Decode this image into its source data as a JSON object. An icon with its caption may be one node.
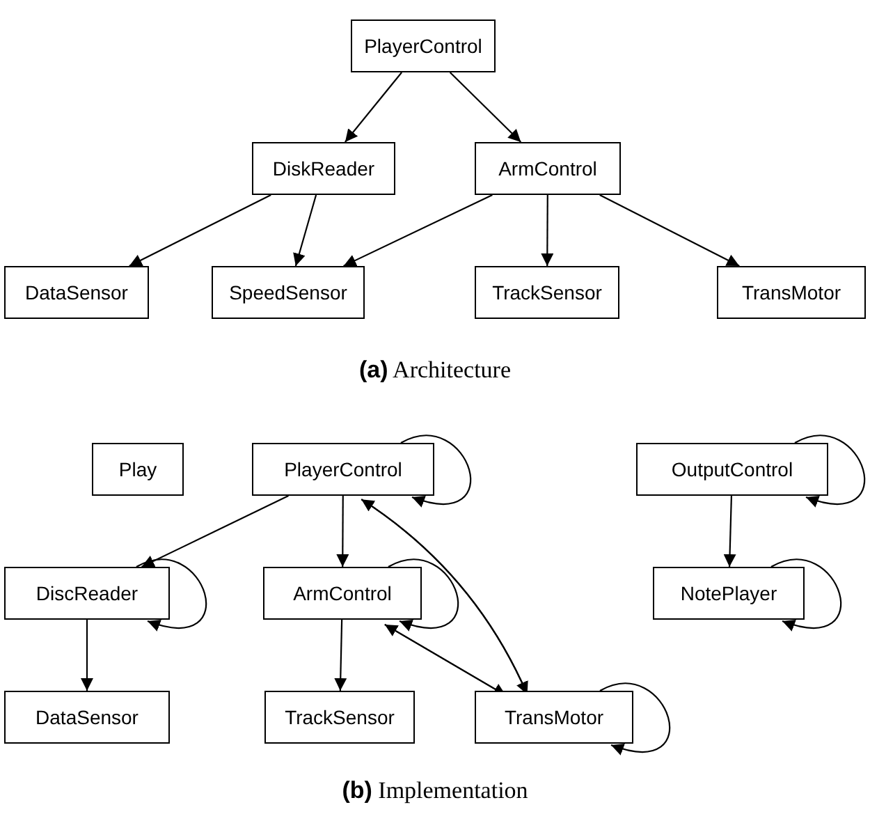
{
  "diagram": {
    "nodes": [
      {
        "text": [
          "PlayerControl"
        ]
      },
      {
        "text": [
          "DiskReader"
        ]
      },
      {
        "text": [
          "ArmControl"
        ]
      },
      {
        "text": [
          "DataSensor"
        ]
      },
      {
        "text": [
          "SpeedSensor"
        ]
      },
      {
        "text": [
          "TrackSensor"
        ]
      },
      {
        "text": [
          "TransMotor"
        ]
      },
      {
        "text": [
          "Play"
        ]
      },
      {
        "text": [
          "PlayerControl"
        ]
      },
      {
        "text": [
          "OutputControl"
        ]
      },
      {
        "text": [
          "DiscReader"
        ]
      },
      {
        "text": [
          "ArmControl"
        ]
      },
      {
        "text": [
          "NotePlayer"
        ]
      },
      {
        "text": [
          "DataSensor"
        ]
      },
      {
        "text": [
          "TrackSensor"
        ]
      },
      {
        "text": [
          "TransMotor"
        ]
      }
    ],
    "edges": [
      {
        "from": 0,
        "to": 1,
        "arrow": "to"
      },
      {
        "from": 0,
        "to": 2,
        "arrow": "to"
      },
      {
        "from": 1,
        "to": 3,
        "arrow": "to"
      },
      {
        "from": 1,
        "to": 4,
        "arrow": "to"
      },
      {
        "from": 2,
        "to": 4,
        "arrow": "to"
      },
      {
        "from": 2,
        "to": 5,
        "arrow": "to"
      },
      {
        "from": 2,
        "to": 6,
        "arrow": "to"
      },
      {
        "from": 8,
        "to": 8,
        "arrow": "to"
      },
      {
        "from": 8,
        "to": 10,
        "arrow": "to"
      },
      {
        "from": 8,
        "to": 11,
        "arrow": "to"
      },
      {
        "from": 8,
        "to": 15,
        "arrow": "to"
      },
      {
        "from": 15,
        "to": 8,
        "arrow": "to"
      },
      {
        "from": 9,
        "to": 9,
        "arrow": "to"
      },
      {
        "from": 9,
        "to": 12,
        "arrow": "to"
      },
      {
        "from": 10,
        "to": 10,
        "arrow": "to"
      },
      {
        "from": 10,
        "to": 13,
        "arrow": "to"
      },
      {
        "from": 11,
        "to": 11,
        "arrow": "to"
      },
      {
        "from": 11,
        "to": 14,
        "arrow": "to"
      },
      {
        "from": 11,
        "to": 15,
        "arrow": "to"
      },
      {
        "from": 15,
        "to": 11,
        "arrow": "to"
      },
      {
        "from": 12,
        "to": 12,
        "arrow": "to"
      },
      {
        "from": 15,
        "to": 15,
        "arrow": "to"
      }
    ],
    "labels": [
      "**(a)** Architecture",
      "**(b)** Implementation"
    ]
  }
}
